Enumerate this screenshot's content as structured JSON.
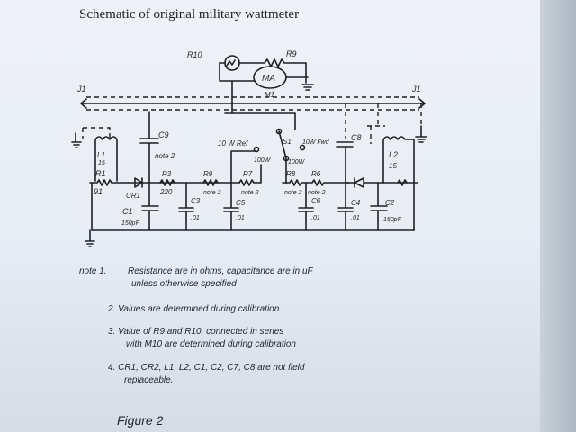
{
  "title": "Schematic of original military wattmeter",
  "schematic": {
    "labels": {
      "r10": "R10",
      "r9_top": "R9",
      "meter": "MA",
      "m1": "M1",
      "j1_left": "J1",
      "j1_right": "J1",
      "c9": "C9",
      "c9_note": "note 2",
      "l1": "L1",
      "l1_val": "15",
      "r1": "R1",
      "r1_val": "91",
      "cr1": "CR1",
      "c1": "C1",
      "c1_val": "150pF",
      "r3": "R3",
      "r3_val": "220",
      "c3": "C3",
      "c3_val": ".01",
      "r9": "R9",
      "r9_val": "note 2",
      "c5": "C5",
      "c5_val": ".01",
      "ref10": "10 W Ref",
      "r7": "R7",
      "r7_val": "note 2",
      "w100a": "100W",
      "s1": "S1",
      "fwd10": "10W Fwd",
      "w100b": "100W",
      "r8": "R8",
      "r8_val": "note 2",
      "r6": "R6",
      "r6_val": "note 2",
      "c6": "C6",
      "c6_val": ".01",
      "c8": "C8",
      "c4": "C4",
      "c4_val": ".01",
      "l2": "L2",
      "l2_val": "15",
      "c2": "C2",
      "c2_val": "150pF"
    }
  },
  "notes": {
    "n1_label": "note 1.",
    "n1_a": "Resistance are in ohms, capacitance are in uF",
    "n1_b": "unless otherwise specified",
    "n2": "2. Values are determined during calibration",
    "n3_a": "3. Value of R9 and R10, connected in series",
    "n3_b": "with M10 are determined during calibration",
    "n4_a": "4. CR1, CR2, L1, L2, C1, C2, C7, C8 are not field",
    "n4_b": "replaceable."
  },
  "figure_label": "Figure 2"
}
